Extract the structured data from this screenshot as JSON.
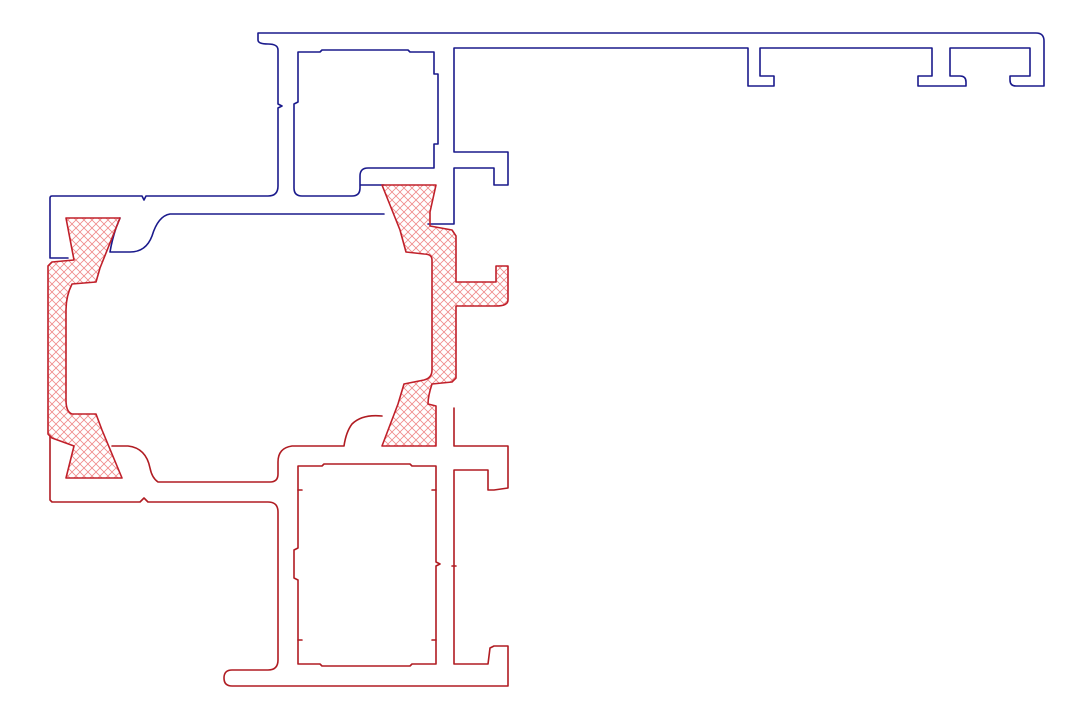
{
  "colors": {
    "background": "#ffffff",
    "outer_profile": "#1a1a8c",
    "inner_profile": "#b01c22",
    "thermal_break_stroke": "#c0202a",
    "thermal_break_hatch": "#f08a8a"
  },
  "parts": [
    {
      "key": "outer-frame-profile",
      "stroke": "outer_profile"
    },
    {
      "key": "inner-frame-profile",
      "stroke": "inner_profile"
    },
    {
      "key": "thermal-break-strips",
      "stroke": "thermal_break_stroke",
      "hatch": "thermal_break_hatch"
    }
  ]
}
